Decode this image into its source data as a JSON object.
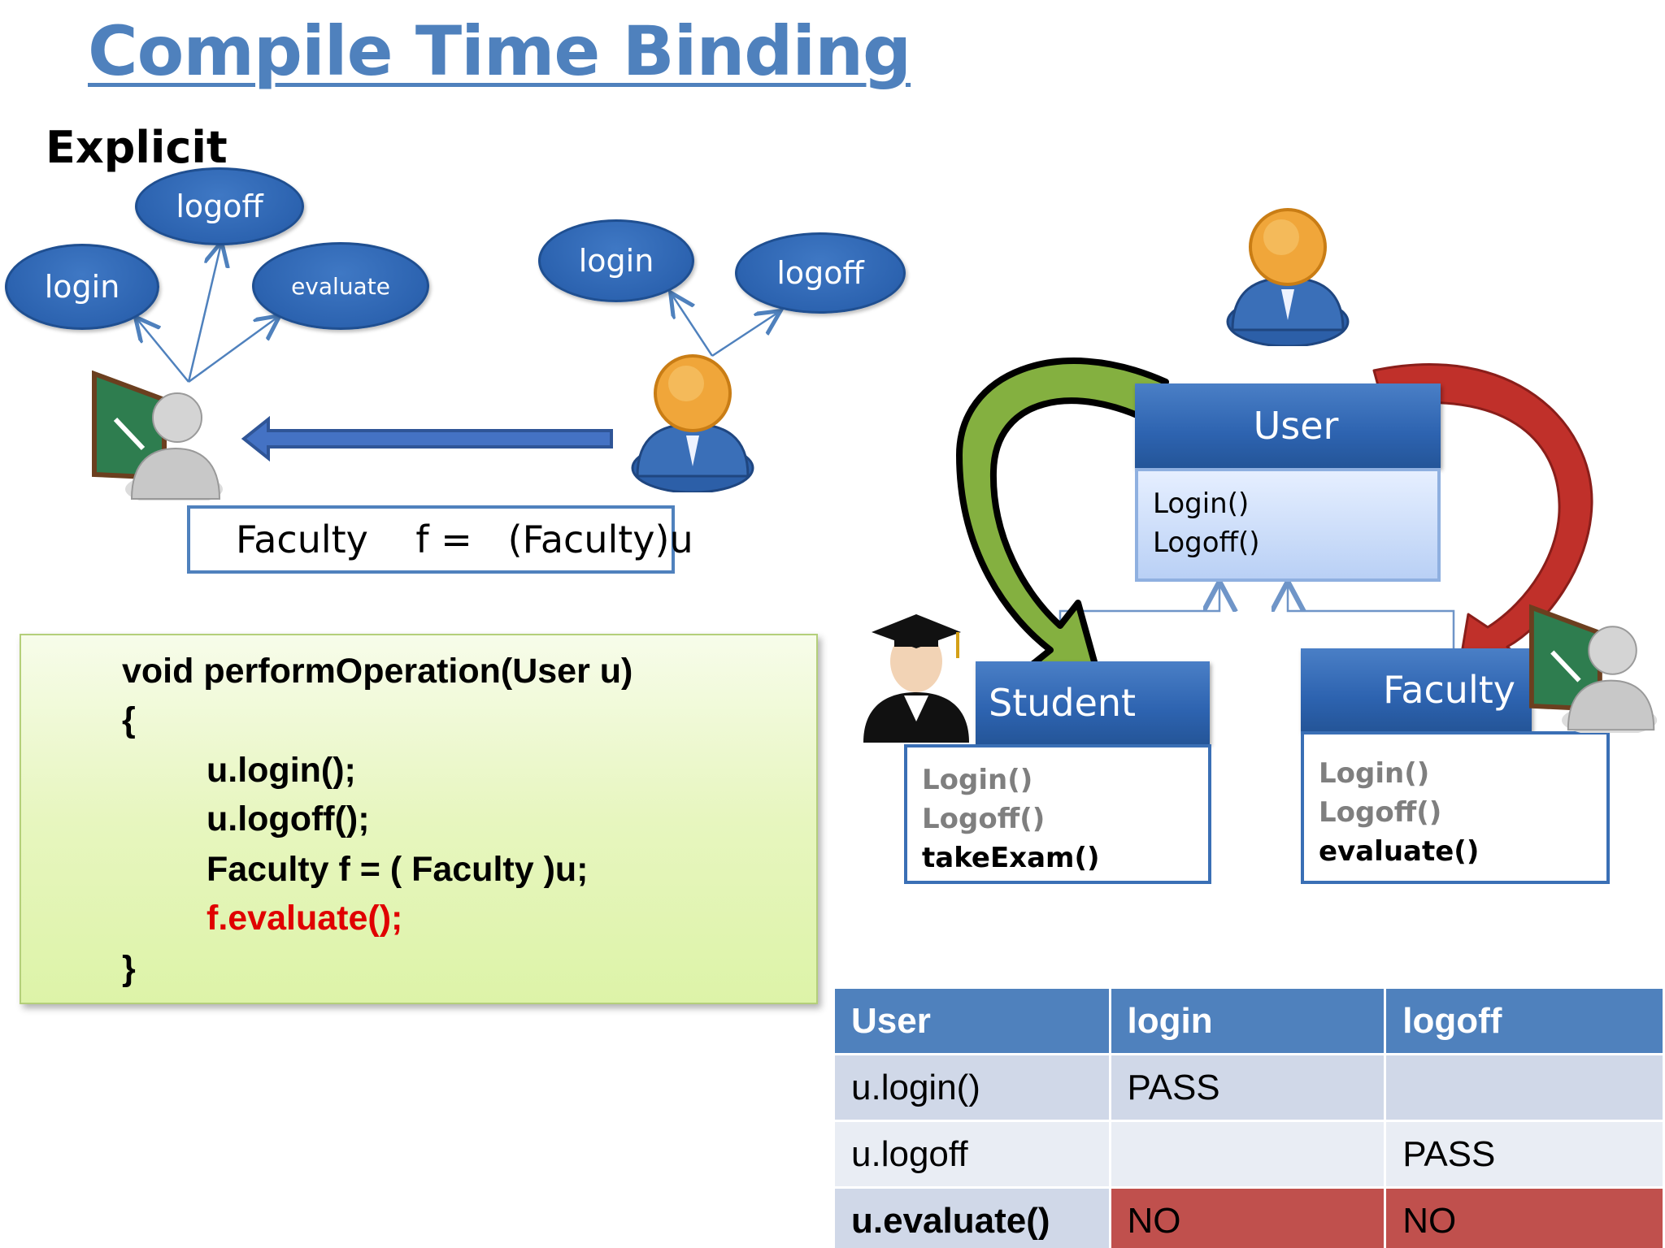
{
  "title": "Compile Time Binding",
  "subtitle": "Explicit",
  "left_diagram": {
    "faculty_methods": [
      "logoff",
      "login",
      "evaluate"
    ],
    "user_methods": [
      "login",
      "logoff"
    ],
    "cast_left": "Faculty",
    "cast_mid": "f =",
    "cast_right": "(Faculty)u"
  },
  "code": {
    "lines": [
      "void performOperation(User u)",
      "{",
      "u.login();",
      "u.logoff();",
      "Faculty f = ( Faculty )u;",
      "f.evaluate();",
      "}"
    ]
  },
  "uml": {
    "user": {
      "name": "User",
      "methods": [
        "Login()",
        "Logoff()"
      ]
    },
    "student": {
      "name": "Student",
      "inherited": [
        "Login()",
        "Logoff()"
      ],
      "own": "takeExam()"
    },
    "faculty": {
      "name": "Faculty",
      "inherited": [
        "Login()",
        "Logoff()"
      ],
      "own": "evaluate()"
    }
  },
  "table": {
    "headers": [
      "User",
      "login",
      "logoff"
    ],
    "rows": [
      [
        "u.login()",
        "PASS",
        ""
      ],
      [
        "u.logoff",
        "",
        "PASS"
      ],
      [
        "u.evaluate()",
        "NO",
        "NO"
      ]
    ]
  },
  "colors": {
    "accent": "#4f81bd",
    "error": "#c0504d",
    "code_red": "#e00000",
    "green_arrow": "#7fa83a",
    "red_arrow": "#c0302a"
  }
}
